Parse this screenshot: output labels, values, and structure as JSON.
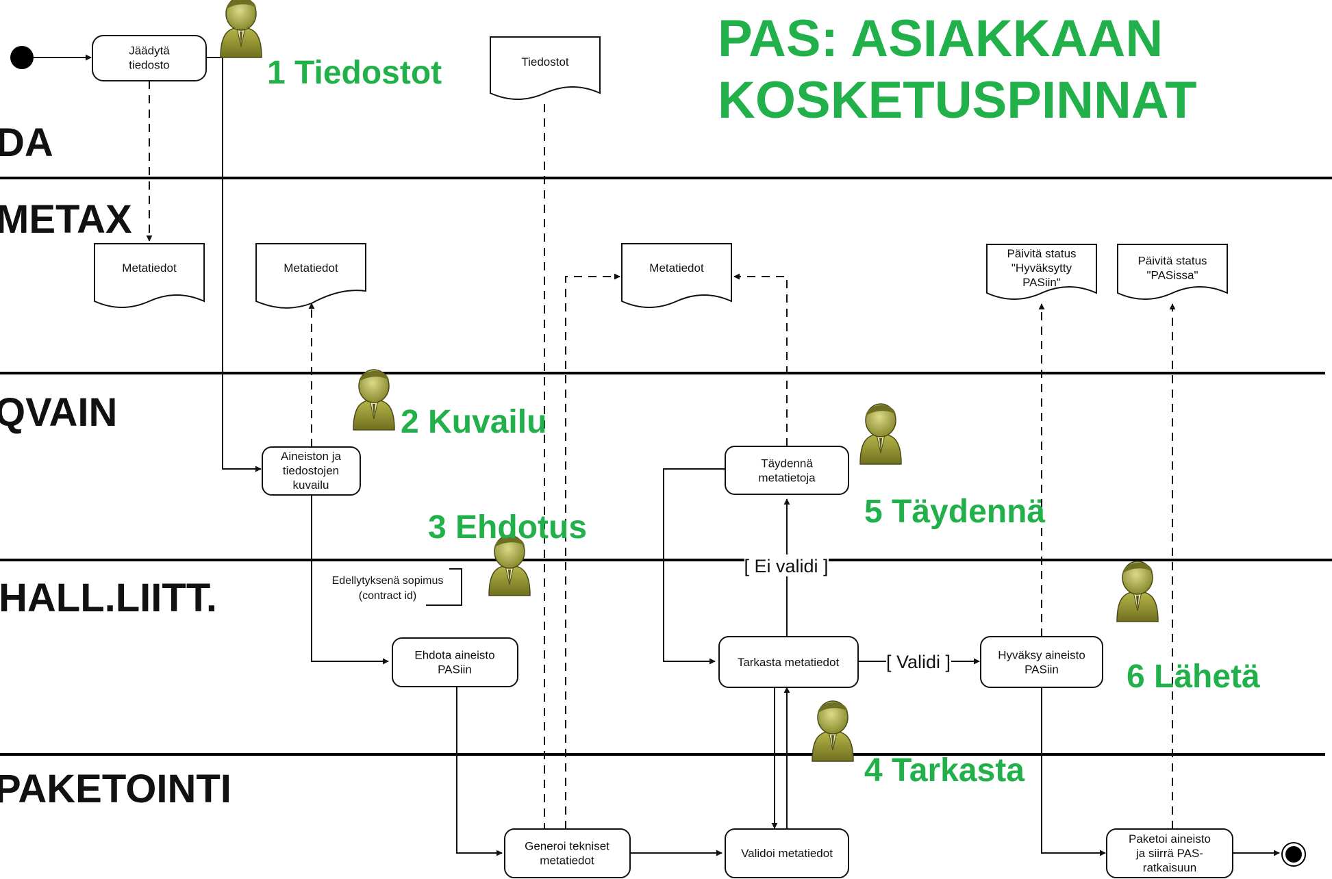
{
  "title": {
    "line1": "PAS: ASIAKKAAN",
    "line2": "KOSKETUSPINNAT"
  },
  "lanes": {
    "ida": "DA",
    "metax": "METAX",
    "qvain": "QVAIN",
    "hall": "HALL.LIITT.",
    "paketointi": "PAKETOINTI"
  },
  "steps": {
    "s1": "1 Tiedostot",
    "s2": "2 Kuvailu",
    "s3": "3 Ehdotus",
    "s4": "4 Tarkasta",
    "s5": "5 Täydennä",
    "s6": "6 Lähetä"
  },
  "nodes": {
    "jaadyta": [
      "Jäädytä",
      "tiedosto"
    ],
    "tiedostot_doc": [
      "Tiedostot"
    ],
    "meta1": [
      "Metatiedot"
    ],
    "meta2": [
      "Metatiedot"
    ],
    "meta3": [
      "Metatiedot"
    ],
    "status1": [
      "Päivitä status",
      "\"Hyväksytty",
      "PASiin\""
    ],
    "status2": [
      "Päivitä status",
      "\"PASissa\""
    ],
    "kuvailu": [
      "Aineiston ja",
      "tiedostojen",
      "kuvailu"
    ],
    "taydenna": [
      "Täydennä",
      "metatietoja"
    ],
    "ehdota": [
      "Ehdota aineisto",
      "PASiin"
    ],
    "tarkasta": [
      "Tarkasta metatiedot"
    ],
    "hyvaksy": [
      "Hyväksy aineisto",
      "PASiin"
    ],
    "generoi": [
      "Generoi tekniset",
      "metatiedot"
    ],
    "validoi": [
      "Validoi metatiedot"
    ],
    "paketoi": [
      "Paketoi aineisto",
      "ja siirrä PAS-",
      "ratkaisuun"
    ]
  },
  "note": [
    "Edellytyksenä sopimus",
    "(contract id)"
  ],
  "guards": {
    "ei_validi": "[ Ei validi ]",
    "validi": "[ Validi ]"
  }
}
